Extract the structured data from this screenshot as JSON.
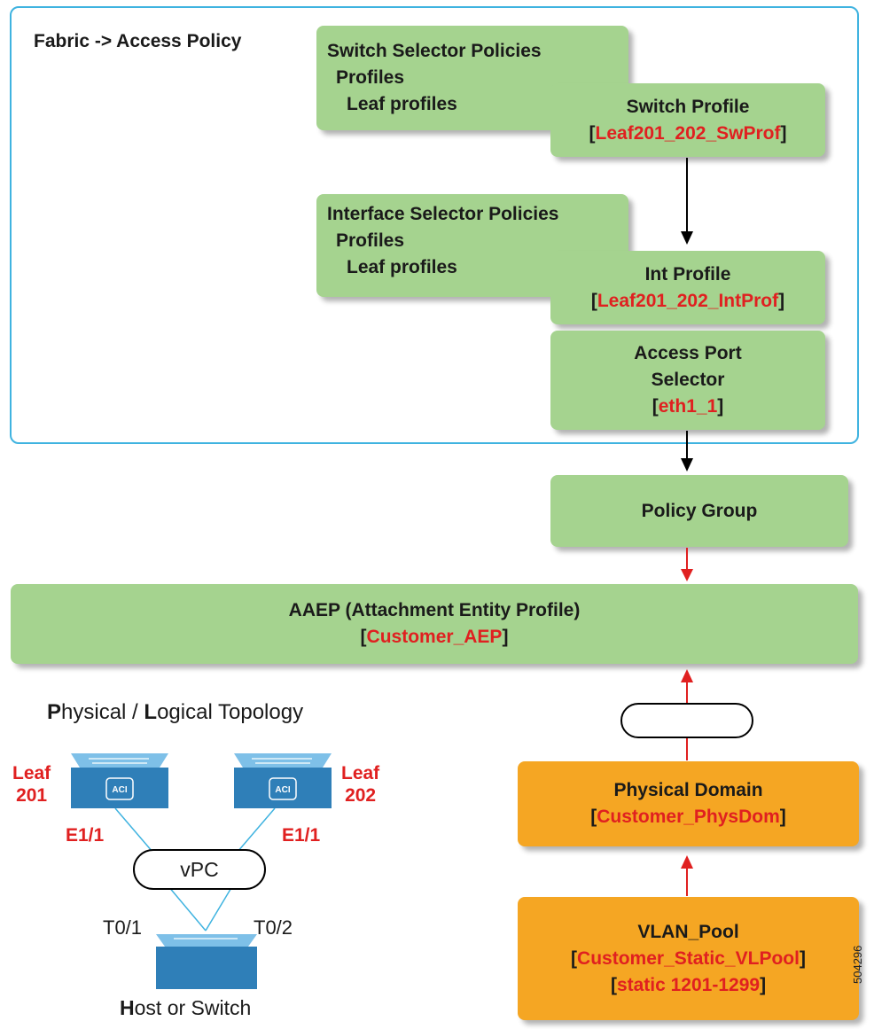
{
  "fabric_label": "Fabric -> Access Policy",
  "switch_selector": {
    "line1": "Switch Selector Policies",
    "line2": "Profiles",
    "line3": "Leaf profiles"
  },
  "switch_profile": {
    "title": "Switch Profile",
    "name": "Leaf201_202_SwProf"
  },
  "interface_selector": {
    "line1": "Interface Selector Policies",
    "line2": "Profiles",
    "line3": "Leaf profiles"
  },
  "int_profile": {
    "title": "Int Profile",
    "name": "Leaf201_202_IntProf"
  },
  "access_port_selector": {
    "line1": "Access Port",
    "line2": "Selector",
    "name": "eth1_1"
  },
  "policy_group": {
    "title": "Policy Group"
  },
  "aaep": {
    "title": "AAEP (Attachment Entity Profile)",
    "name": "Customer_AEP"
  },
  "physical_domain": {
    "title": "Physical Domain",
    "name": "Customer_PhysDom"
  },
  "vlan_pool": {
    "title": "VLAN_Pool",
    "name": "Customer_Static_VLPool",
    "range": "static 1201-1299"
  },
  "topology": {
    "title_P": "P",
    "title_mid1": "hysical / ",
    "title_L": "L",
    "title_rest": "ogical Topology",
    "leaf1_line1": "Leaf",
    "leaf1_line2": "201",
    "leaf2_line1": "Leaf",
    "leaf2_line2": "202",
    "leaf1_port": "E1/1",
    "leaf2_port": "E1/1",
    "vpc": "vPC",
    "host_port1": "T0/1",
    "host_port2": "T0/2",
    "host_H": "H",
    "host_rest": "ost or Switch",
    "aci_text": "ACI"
  },
  "figure_id": "504296",
  "colors": {
    "green": "#a5d38f",
    "orange": "#f5a623",
    "red": "#e02020",
    "frame": "#3fb3e0",
    "switch_blue": "#2f7fb8"
  }
}
